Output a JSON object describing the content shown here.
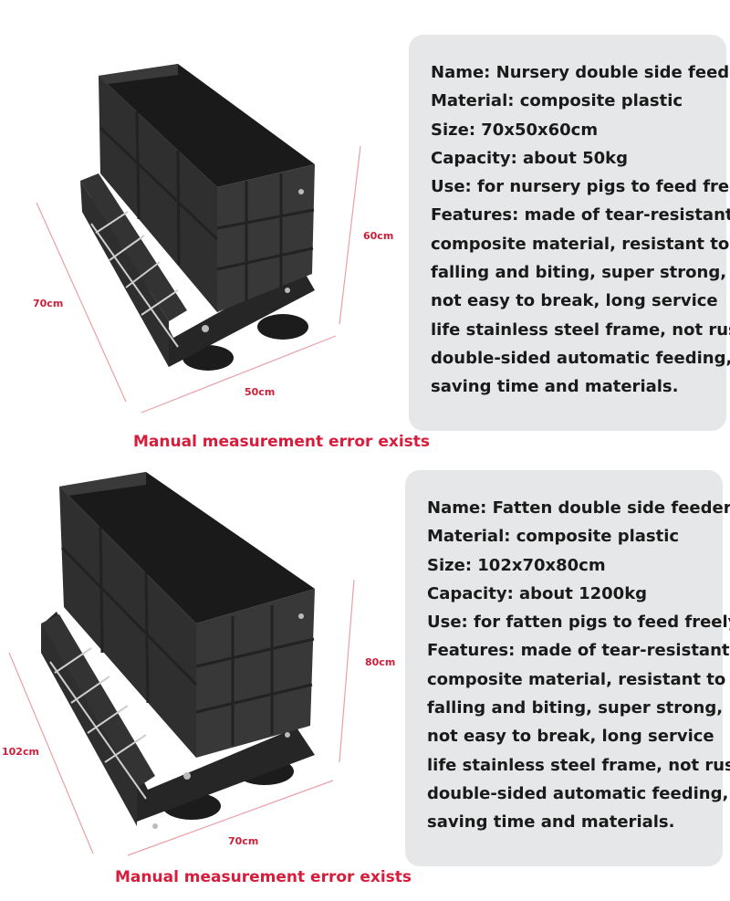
{
  "products": [
    {
      "dims": {
        "height": "60cm",
        "length": "70cm",
        "width": "50cm"
      },
      "spec_lines": [
        "Name: Nursery double side feeder",
        "Material: composite plastic",
        "Size: 70x50x60cm",
        "Capacity: about 50kg",
        "Use: for nursery pigs to feed freely",
        "Features: made of tear-resistant",
        "composite material, resistant to",
        "falling and biting, super strong,",
        "not easy to break, long service",
        "life stainless steel frame, not rust,",
        "double-sided automatic feeding,",
        "saving time and materials."
      ],
      "note": "Manual measurement error exists"
    },
    {
      "dims": {
        "height": "80cm",
        "length": "102cm",
        "width": "70cm"
      },
      "spec_lines": [
        "Name: Fatten double side feeder",
        "Material: composite plastic",
        "Size: 102x70x80cm",
        "Capacity: about 1200kg",
        "Use: for fatten pigs to feed freely",
        "Features: made of tear-resistant",
        "composite material, resistant to",
        "falling and biting, super strong,",
        "not easy to break, long service",
        "life stainless steel frame, not rust,",
        "double-sided automatic feeding,",
        "saving time and materials."
      ],
      "note": "Manual measurement error exists"
    }
  ],
  "colors": {
    "dimension_line": "#e8a0a8",
    "dimension_text": "#cc1f3a",
    "note_text": "#d81c3c",
    "card_bg": "#e6e7e8",
    "feeder_body": "#2a2a2a"
  }
}
